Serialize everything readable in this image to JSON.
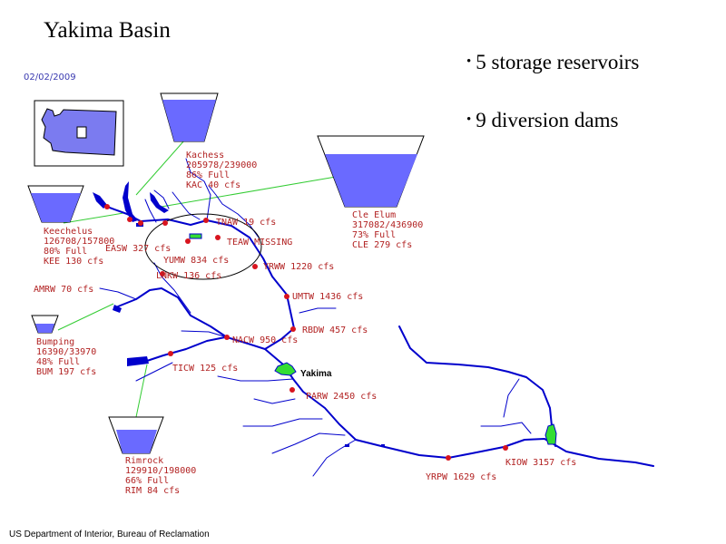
{
  "title": "Yakima Basin",
  "date": "02/02/2009",
  "bullets": [
    "5 storage reservoirs",
    "9 diversion dams"
  ],
  "credit": "US Department of Interior,  Bureau of Reclamation",
  "city": "Yakima",
  "colors": {
    "river": "#0000cc",
    "reservoir_fill": "#6a6aff",
    "station": "#d8141e",
    "label": "#b22222",
    "connector": "#33cc33",
    "city_fill": "#33dd33"
  },
  "reservoirs": {
    "kachess": {
      "name": "Kachess",
      "storage": "205978/239000",
      "full": "86% Full",
      "gauge": "KAC    40 cfs",
      "fill_fraction": 0.86
    },
    "keechelus": {
      "name": "Keechelus",
      "storage": "126708/157800",
      "full": "80% Full",
      "gauge": "KEE   130 cfs",
      "fill_fraction": 0.8
    },
    "cle_elum": {
      "name": "Cle Elum",
      "storage": "317082/436900",
      "full": "73% Full",
      "gauge": "CLE    279 cfs",
      "fill_fraction": 0.73
    },
    "bumping": {
      "name": "Bumping",
      "storage": "16390/33970",
      "full": "48% Full",
      "gauge": "BUM   197 cfs",
      "fill_fraction": 0.48
    },
    "rimrock": {
      "name": "Rimrock",
      "storage": "129910/198000",
      "full": "66% Full",
      "gauge": "RIM    84 cfs",
      "fill_fraction": 0.66
    }
  },
  "stations": {
    "tnaw": "TNAW    19 cfs",
    "easw": "EASW   327 cfs",
    "teaw": "TEAW MISSING",
    "yumw": "YUMW    834 cfs",
    "yrww": "YRWW   1220 cfs",
    "lnkw": "LNKW   136 cfs",
    "amrw": "AMRW    70 cfs",
    "umtw": "UMTW   1436 cfs",
    "rbdw": "RBDW    457 cfs",
    "nacw": "NACW    950 cfs",
    "ticw": "TICW    125 cfs",
    "parw": "PARW   2450 cfs",
    "yrpw": "YRPW   1629 cfs",
    "kiow": "KIOW   3157 cfs"
  }
}
